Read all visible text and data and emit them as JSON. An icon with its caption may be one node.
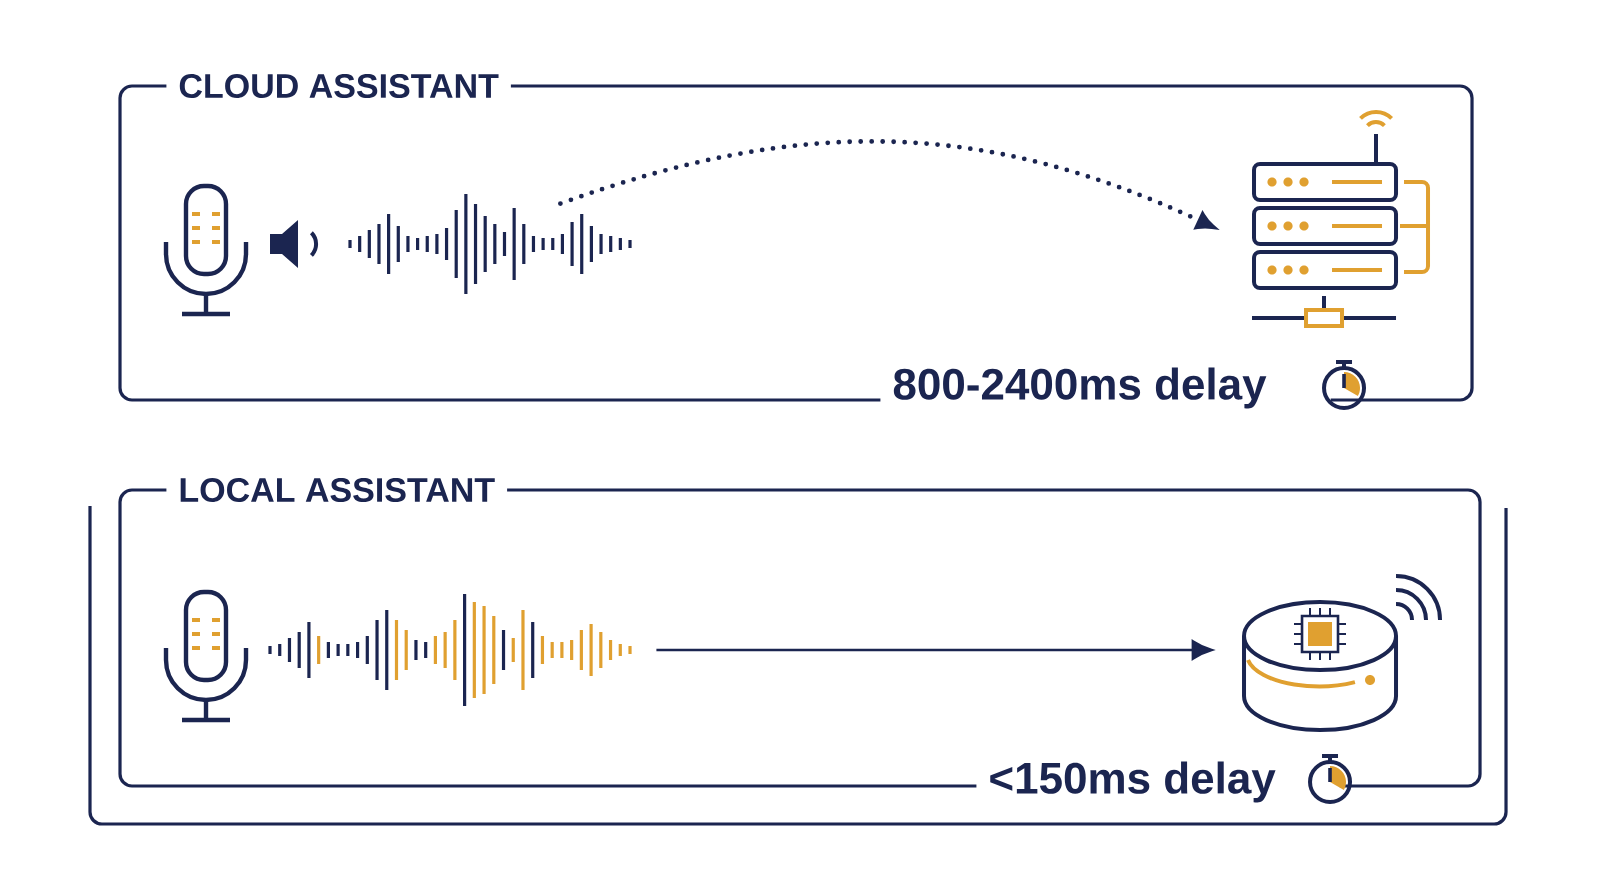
{
  "diagram": {
    "nodes": [
      {
        "text": [
          "CLOUD ASSISTANT",
          "800-2400ms delay"
        ]
      },
      {
        "text": [],
        "shape": "picture",
        "in": 0
      },
      {
        "text": [],
        "shape": "picture",
        "in": 0
      },
      {
        "text": [
          "LOCAL ASSISTANT",
          "<150ms delay"
        ]
      },
      {
        "text": [],
        "shape": "picture",
        "in": 3
      },
      {
        "text": [],
        "shape": "picture",
        "in": 3
      }
    ],
    "edges": [
      {
        "from": 1,
        "to": 2,
        "arrow": "to",
        "style": "dashed"
      },
      {
        "from": 4,
        "to": 5,
        "arrow": "to"
      }
    ]
  }
}
